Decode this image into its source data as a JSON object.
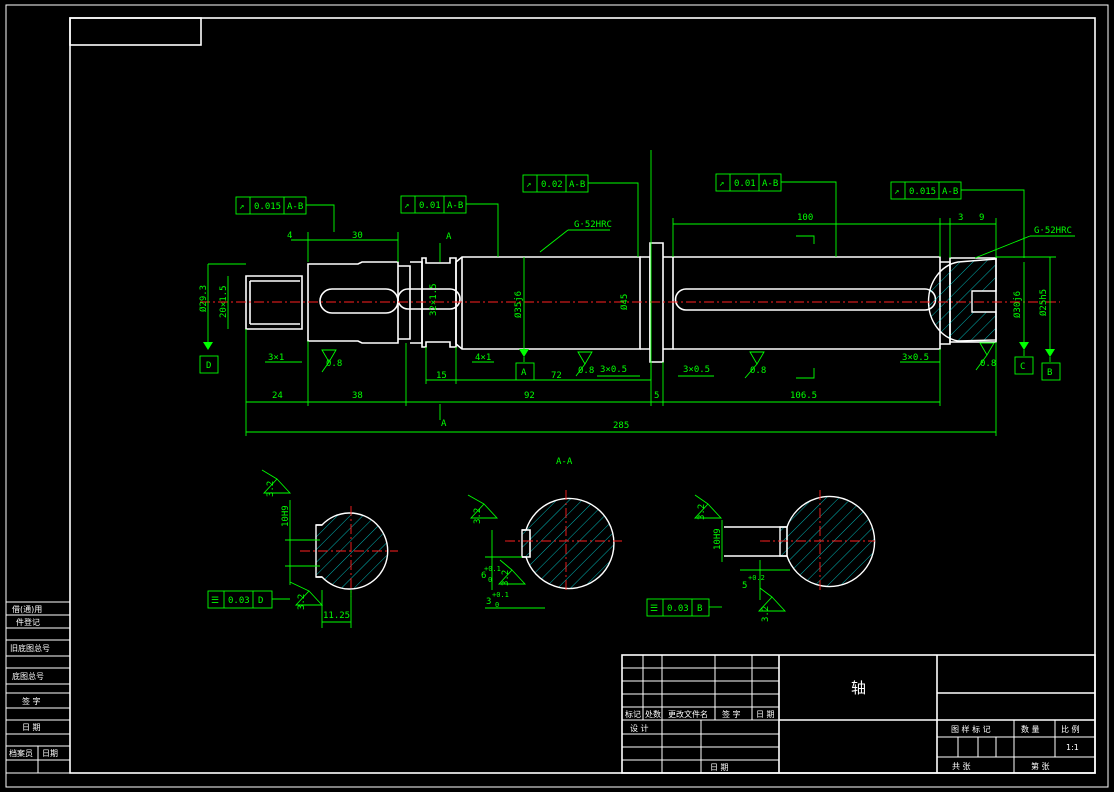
{
  "colors": {
    "background": "#000000",
    "outline": "#ffffff",
    "dimension": "#00ff00",
    "centerline": "#ff2020",
    "hatch": "#00ffff"
  },
  "main_view": {
    "dimensions": {
      "d4": "4",
      "d30": "30",
      "d100": "100",
      "d3": "3",
      "d9": "9",
      "d24": "24",
      "d38": "38",
      "d92": "92",
      "d5": "5",
      "d106": "106.5",
      "d285": "285",
      "d15": "15",
      "d72": "72",
      "chamfer_left": "3×1",
      "chamfer_mid": "4×1",
      "groove1": "3×0.5",
      "groove2": "3×0.5",
      "groove3": "3×0.5",
      "dia_left": "Ø29.3",
      "thread": "20×1.5",
      "dia_b2": "32×1.5",
      "dia_35j6": "Ø35j6",
      "dia_45": "Ø45",
      "dia_30j6": "Ø30j6",
      "dia_25h5": "Ø25h5"
    },
    "roughness": {
      "r1": "0.8",
      "r2": "0.8",
      "r3": "0.8",
      "r4": "0.8"
    },
    "hardness": {
      "h1": "G·52HRC",
      "h2": "G·52HRC"
    },
    "tolerances": [
      {
        "sym": "↗",
        "value": "0.015",
        "datum": "A-B"
      },
      {
        "sym": "↗",
        "value": "0.01",
        "datum": "A-B"
      },
      {
        "sym": "↗",
        "value": "0.02",
        "datum": "A-B"
      },
      {
        "sym": "↗",
        "value": "0.01",
        "datum": "A-B"
      },
      {
        "sym": "↗",
        "value": "0.015",
        "datum": "A-B"
      }
    ],
    "datums": {
      "a": "A",
      "b": "B",
      "c": "C",
      "d": "D"
    },
    "section_marks": {
      "top": "A",
      "bottom": "A"
    }
  },
  "sections": {
    "label_aa": "A-A",
    "left": {
      "keyway": "10H9",
      "roughness1": "3.2",
      "roughness2": "3.2",
      "width": "11.25",
      "tol_sym": "☰",
      "tol_value": "0.03",
      "tol_datum": "D"
    },
    "middle": {
      "roughness1": "3.2",
      "roughness2": "3.2",
      "depth_main": "6",
      "depth_tol_up": "+0.1",
      "depth_tol_low": "0",
      "depth2_main": "3",
      "depth2_tol_up": "+0.1",
      "depth2_tol_low": "0"
    },
    "right": {
      "keyway": "10H9",
      "roughness1": "3.2",
      "roughness2": "3.2",
      "depth_main": "5",
      "depth_tol": "+0.2",
      "tol_sym": "☰",
      "tol_value": "0.03",
      "tol_datum": "B"
    }
  },
  "left_strip": {
    "r1a": "借(通)用",
    "r1b": "件登记",
    "r2": "旧底图总号",
    "r3": "底图总号",
    "r4": "签 字",
    "r5": "日 期",
    "r6a": "档案员",
    "r6b": "日期"
  },
  "title_block": {
    "part_name": "轴",
    "rev_headers": {
      "mark": "标记",
      "count": "处数",
      "doc": "更改文件名",
      "sign": "签 字",
      "date": "日 期"
    },
    "designer": "设 计",
    "date_label": "日 期",
    "stage": "图 样 标 记",
    "weight": "数 量",
    "scale_label": "比 例",
    "scale_value": "1:1",
    "sheet_total": "共 张",
    "sheet_no": "第 张"
  }
}
